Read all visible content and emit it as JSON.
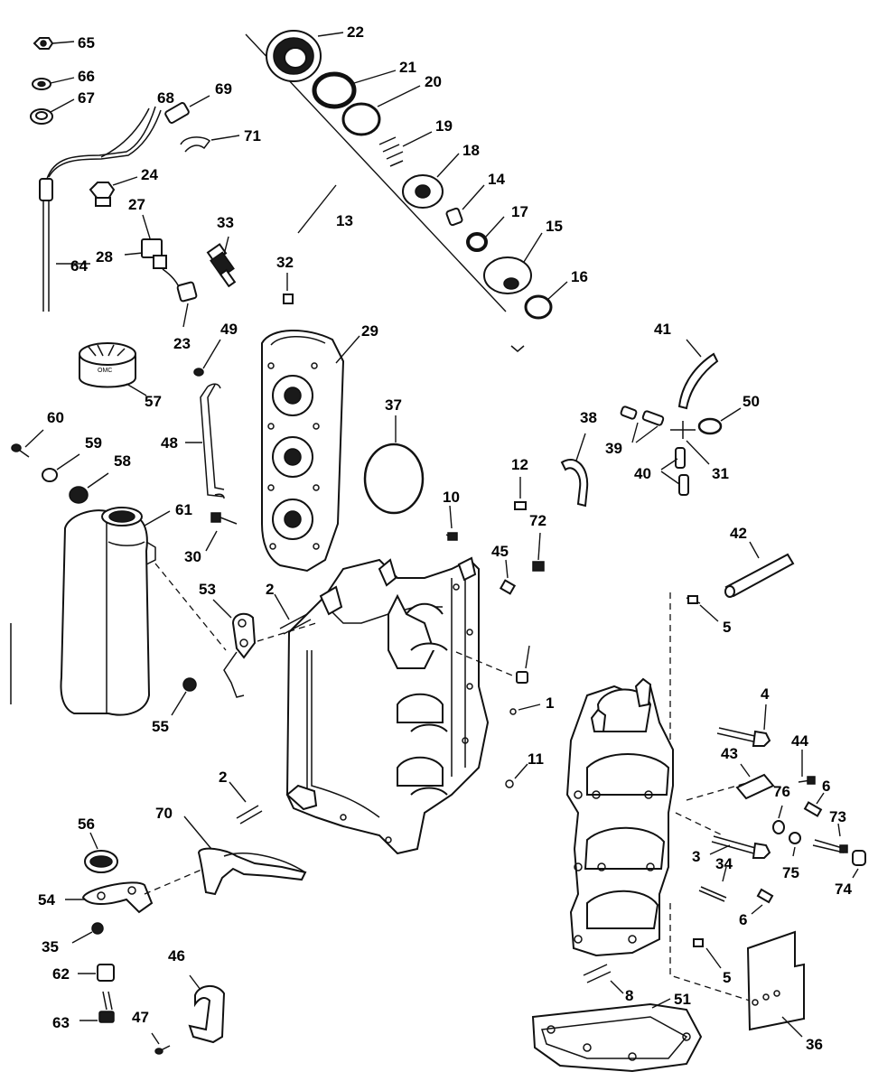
{
  "diagram": {
    "labels": {
      "p1": "1",
      "p2a": "2",
      "p2b": "2",
      "p3": "3",
      "p4": "4",
      "p5a": "5",
      "p5b": "5",
      "p6a": "6",
      "p6b": "6",
      "p8": "8",
      "p10": "10",
      "p11": "11",
      "p12": "12",
      "p13": "13",
      "p14": "14",
      "p15": "15",
      "p16": "16",
      "p17": "17",
      "p18": "18",
      "p19": "19",
      "p20": "20",
      "p21": "21",
      "p22": "22",
      "p23": "23",
      "p24": "24",
      "p27": "27",
      "p28": "28",
      "p29": "29",
      "p30": "30",
      "p31": "31",
      "p32": "32",
      "p33": "33",
      "p34": "34",
      "p35": "35",
      "p36": "36",
      "p37": "37",
      "p38": "38",
      "p39": "39",
      "p40": "40",
      "p41": "41",
      "p42": "42",
      "p43": "43",
      "p44": "44",
      "p45": "45",
      "p46": "46",
      "p47": "47",
      "p48": "48",
      "p49": "49",
      "p50": "50",
      "p51": "51",
      "p53": "53",
      "p54": "54",
      "p55": "55",
      "p56": "56",
      "p57": "57",
      "p58": "58",
      "p59": "59",
      "p60": "60",
      "p61": "61",
      "p62": "62",
      "p63": "63",
      "p64": "64",
      "p65": "65",
      "p66": "66",
      "p67": "67",
      "p68": "68",
      "p69": "69",
      "p70": "70",
      "p71": "71",
      "p72": "72",
      "p73": "73",
      "p74": "74",
      "p75": "75",
      "p76": "76"
    },
    "cap_text": "OMC"
  }
}
